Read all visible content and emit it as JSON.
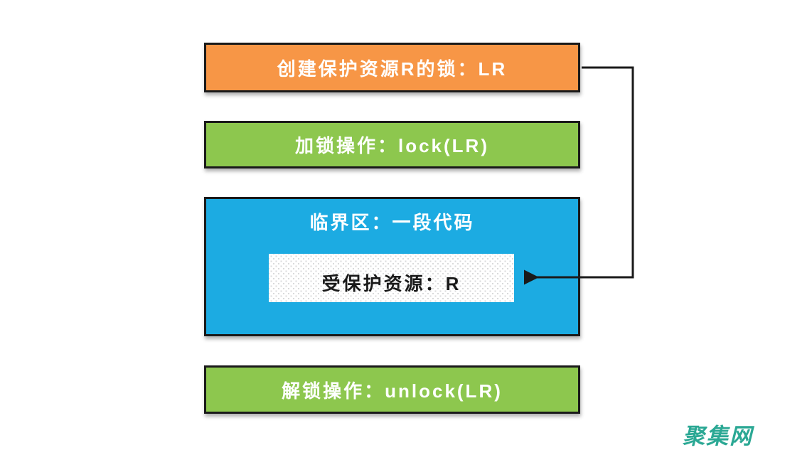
{
  "diagram": {
    "title_hint": "lock-protected critical section flow",
    "border_color": "#1A1A1A",
    "boxes": [
      {
        "id": "create-lock",
        "label": "创建保护资源R的锁：LR",
        "fill": "#F79646",
        "text_color": "#FFFFFF"
      },
      {
        "id": "lock-operation",
        "label": "加锁操作：lock(LR)",
        "fill": "#8DC74E",
        "text_color": "#FFFFFF"
      },
      {
        "id": "critical-section",
        "label": "临界区：一段代码",
        "fill": "#1CABE2",
        "text_color": "#FFFFFF"
      },
      {
        "id": "protected-resource",
        "label": "受保护资源：R",
        "fill": "#FFFFFF",
        "text_color": "#1A1A1A",
        "pattern": "dotted"
      },
      {
        "id": "unlock-operation",
        "label": "解锁操作：unlock(LR)",
        "fill": "#8DC74E",
        "text_color": "#FFFFFF"
      }
    ],
    "arrow": {
      "from": "create-lock",
      "to": "protected-resource",
      "color": "#1A1A1A"
    }
  },
  "watermark": {
    "text": "聚集网",
    "color": "#2BA894"
  }
}
